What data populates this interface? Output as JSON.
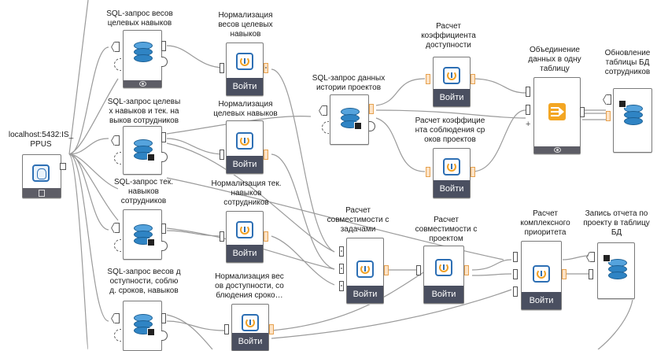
{
  "source": {
    "label": "localhost:5432:IS_\nPPUS"
  },
  "run_label": "Войти",
  "nodes": {
    "sql1": {
      "label": "SQL-запрос весов\nцелевых навыков"
    },
    "sql2": {
      "label": "SQL-запрос целевы\nх навыков и тек. на\nвыков сотрудников"
    },
    "sql3": {
      "label": "SQL-запрос тек.\nнавыков\nсотрудников"
    },
    "sql4": {
      "label": "SQL-запрос весов д\nоступности, соблю\nд. сроков, навыков"
    },
    "norm1": {
      "label": "Нормализация\nвесов целевых\nнавыков"
    },
    "norm2": {
      "label": "Нормализация\nцелевых навыков"
    },
    "norm3": {
      "label": "Нормализация тек.\nнавыков\nсотрудников"
    },
    "norm4": {
      "label": "Нормализация вес\nов доступности, со\nблюдения сроко…"
    },
    "sql_history": {
      "label": "SQL-запрос данных\nистории проектов"
    },
    "avail": {
      "label": "Расчет\nкоэффициента\nдоступности"
    },
    "deadline": {
      "label": "Расчет коэффицие\nнта соблюдения ср\nоков проектов"
    },
    "join": {
      "label": "Объединение\nданных в одну\nтаблицу"
    },
    "update": {
      "label": "Обновление\nтаблицы БД\nсотрудников"
    },
    "compat_tasks": {
      "label": "Расчет\nсовместимости с\nзадачами"
    },
    "compat_project": {
      "label": "Расчет\nсовместимости с\nпроектом"
    },
    "priority": {
      "label": "Расчет\nкомплексного\nприоритета"
    },
    "report": {
      "label": "Запись отчета по\nпроекту в таблицу\nБД"
    }
  },
  "colors": {
    "wire": "#9a9a9a",
    "accent_orange": "#f0a024",
    "accent_blue": "#2d6fb4",
    "run_bar": "#4a4f60"
  }
}
